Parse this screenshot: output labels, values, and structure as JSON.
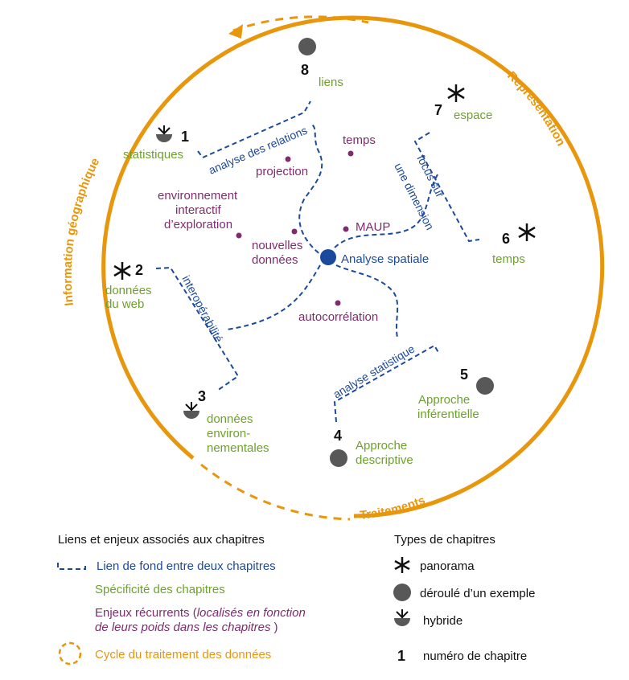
{
  "colors": {
    "orange": "#E8960C",
    "blue": "#1B4A9C",
    "green": "#6EA12E",
    "purple": "#7E2C6E",
    "gray": "#585858",
    "black": "#111111"
  },
  "cycle_labels": {
    "left": "Information géographique",
    "right": "Représentation",
    "bottom": "Traitements"
  },
  "center_label": "Analyse spatiale",
  "chapters": [
    {
      "num": "1",
      "type": "hybride",
      "labels": [
        "statistiques"
      ]
    },
    {
      "num": "2",
      "type": "panorama",
      "labels": [
        "données",
        "du web"
      ]
    },
    {
      "num": "3",
      "type": "hybride",
      "labels": [
        "données",
        "environ-",
        "nementales"
      ]
    },
    {
      "num": "4",
      "type": "déroulé d'un exemple",
      "labels": [
        "Approche",
        "descriptive"
      ]
    },
    {
      "num": "5",
      "type": "déroulé d'un exemple",
      "labels": [
        "Approche",
        "inférentielle"
      ]
    },
    {
      "num": "6",
      "type": "panorama",
      "labels": [
        "temps"
      ]
    },
    {
      "num": "7",
      "type": "panorama",
      "labels": [
        "espace"
      ]
    },
    {
      "num": "8",
      "type": "déroulé d'un exemple",
      "labels": [
        "liens"
      ]
    }
  ],
  "links": [
    {
      "from": "1",
      "to": "8",
      "label": "analyse des relations"
    },
    {
      "from": "7",
      "to": "6",
      "label": "focus sur",
      "label2": "une dimension"
    },
    {
      "from": "2",
      "to": "3",
      "label": "interopérabilité"
    },
    {
      "from": "4",
      "to": "5",
      "label": "analyse statistique"
    }
  ],
  "issues": [
    {
      "lines": [
        "temps"
      ]
    },
    {
      "lines": [
        "projection"
      ]
    },
    {
      "lines": [
        "environnement",
        "interactif",
        "d’exploration"
      ]
    },
    {
      "lines": [
        "MAUP"
      ]
    },
    {
      "lines": [
        "nouvelles",
        "données"
      ]
    },
    {
      "lines": [
        "autocorrélation"
      ]
    }
  ],
  "legend_left": {
    "title": "Liens et enjeux associés aux chapitres",
    "link": "Lien de fond entre deux chapitres",
    "specific": "Spécificité des chapitres",
    "recurrent_plain": "Enjeux récurrents (",
    "recurrent_italic_1": "localisés en fonction",
    "recurrent_italic_2": "de leurs poids dans les chapitres",
    "recurrent_end": ")",
    "cycle": "Cycle du traitement des données"
  },
  "legend_right": {
    "title": "Types de chapitres",
    "panorama": "panorama",
    "example": "déroulé d’un exemple",
    "hybrid": "hybride",
    "num_symbol": "1",
    "num_label": "numéro de chapitre"
  }
}
